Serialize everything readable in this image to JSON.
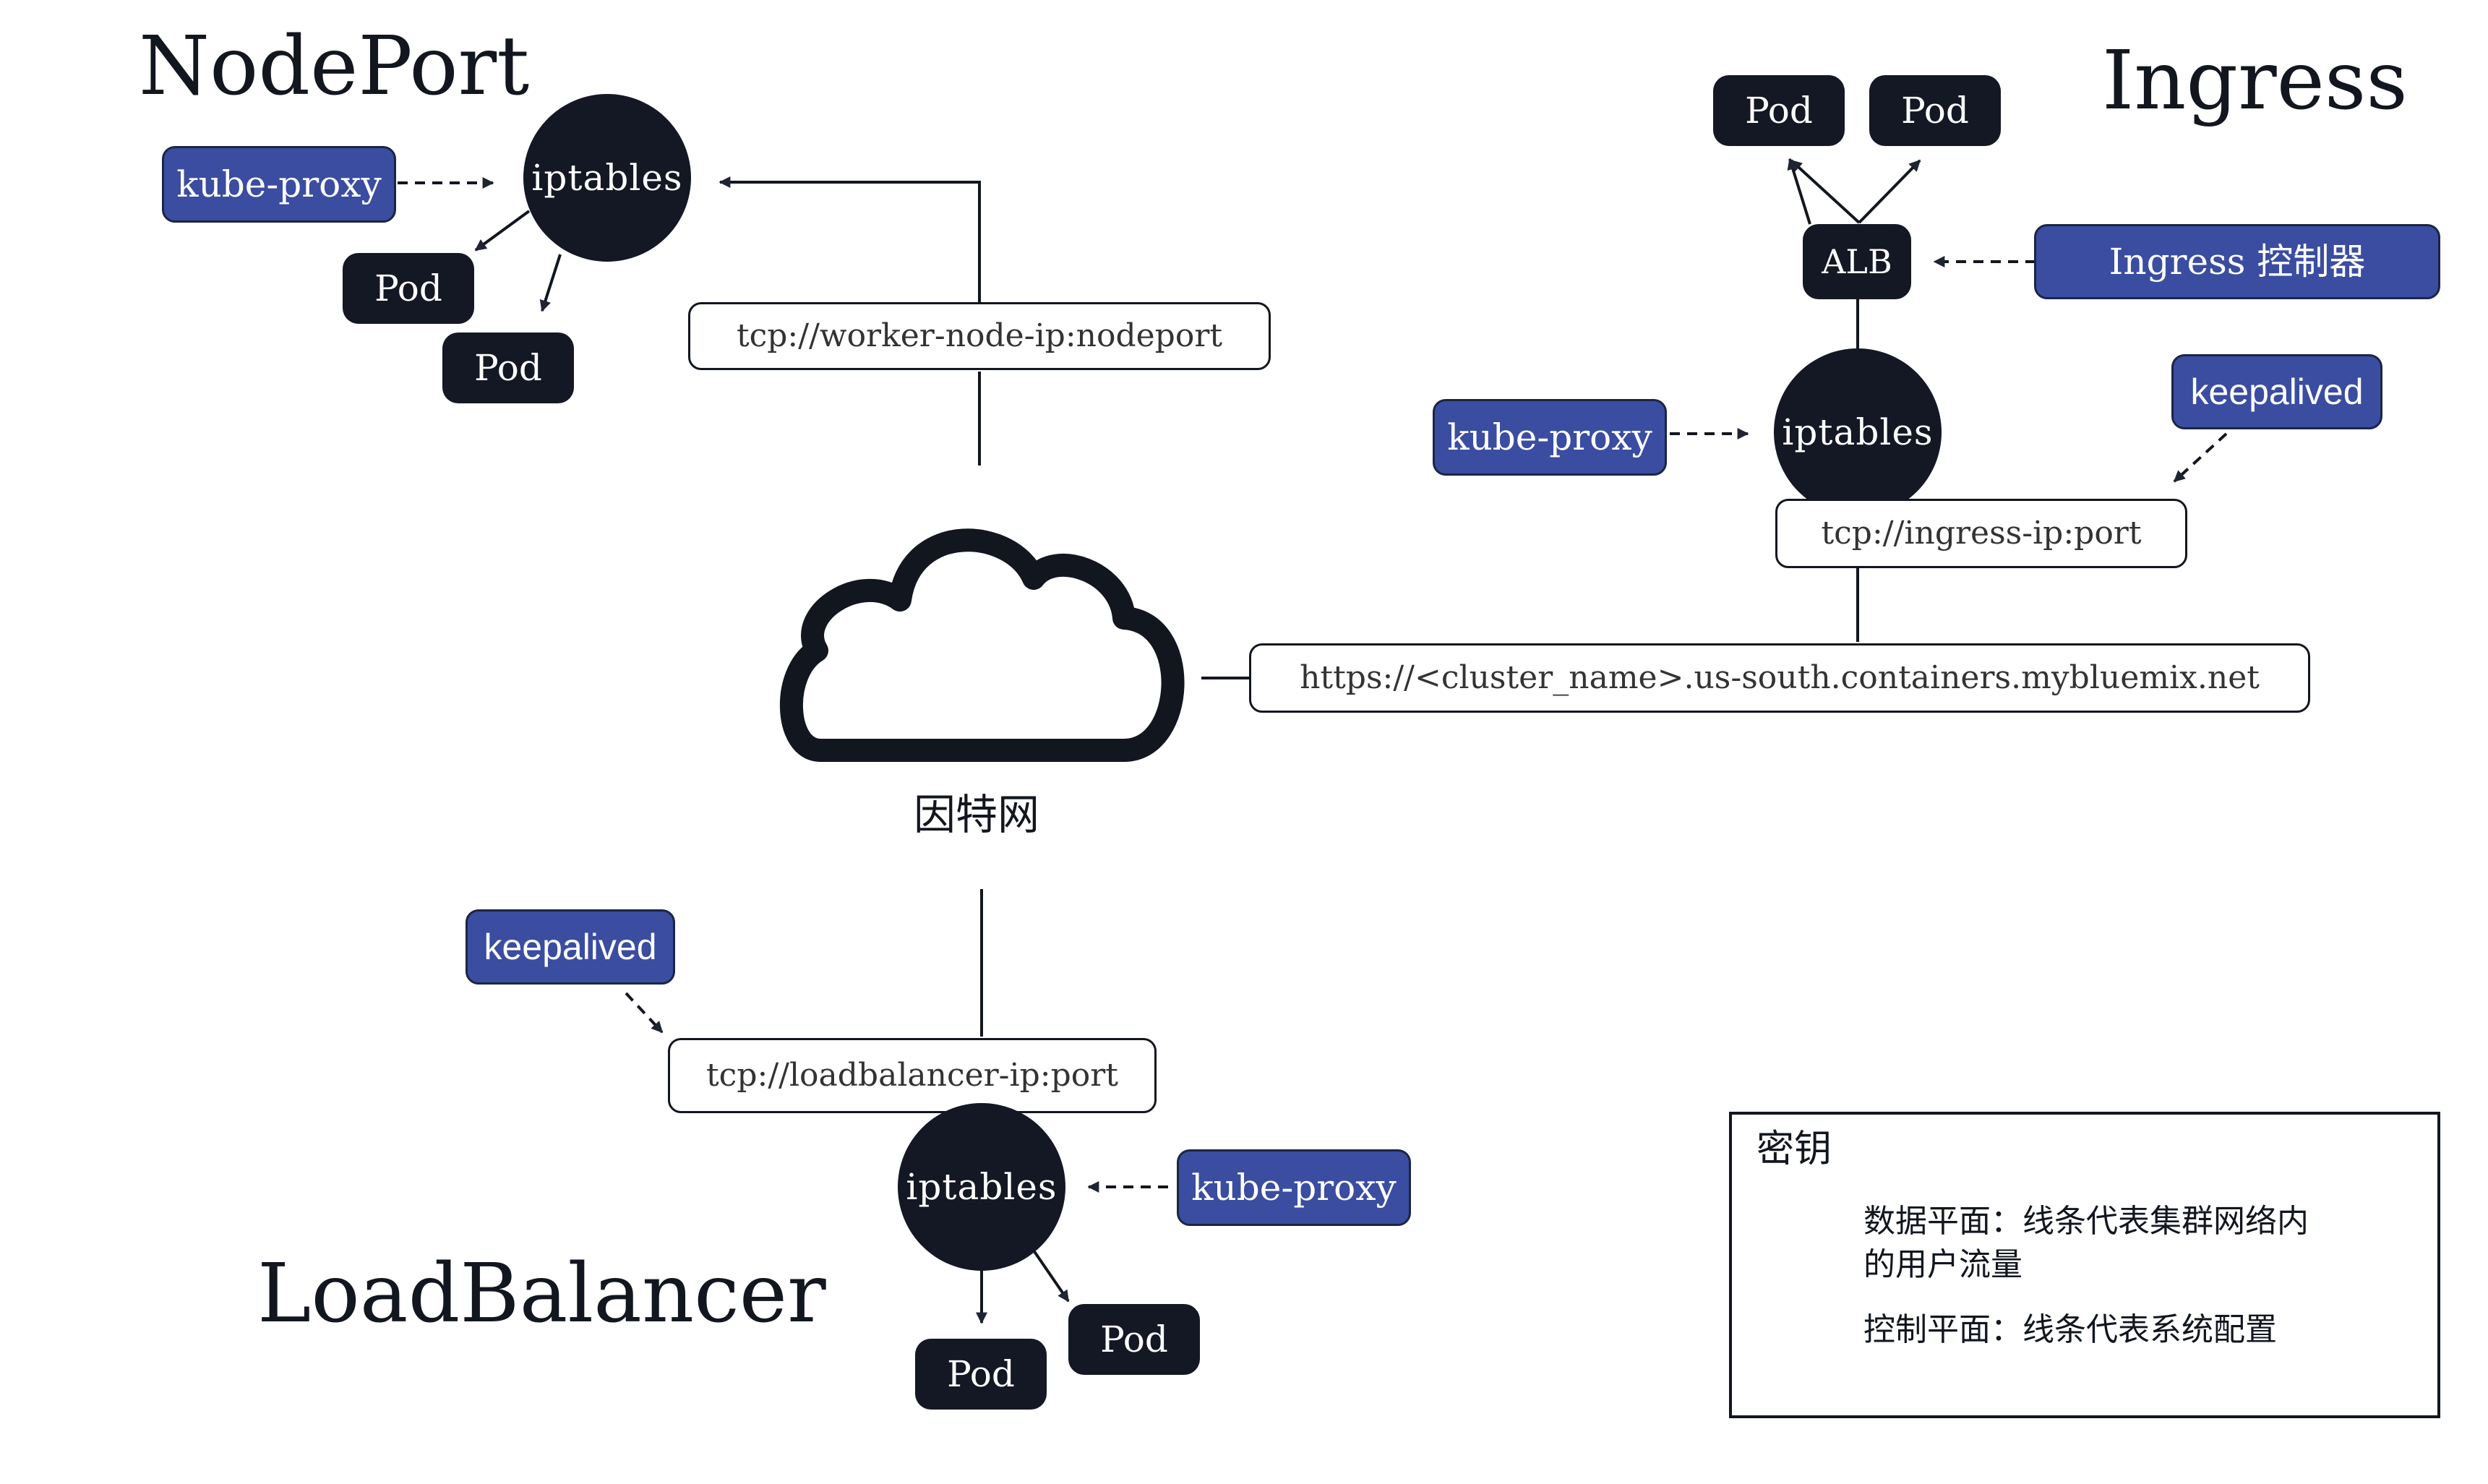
{
  "sections": {
    "nodeport": "NodePort",
    "ingress": "Ingress",
    "loadbalancer": "LoadBalancer"
  },
  "nodes": {
    "iptables": "iptables",
    "pod": "Pod",
    "kube_proxy": "kube-proxy",
    "keepalived": "keepalived",
    "alb": "ALB",
    "ingress_controller": "Ingress 控制器"
  },
  "urls": {
    "nodeport": "tcp://worker-node-ip:nodeport",
    "ingress": "tcp://ingress-ip:port",
    "loadbalancer": "tcp://loadbalancer-ip:port",
    "cluster": "https://<cluster_name>.us-south.containers.mybluemix.net"
  },
  "internet": "因特网",
  "legend": {
    "title": "密钥",
    "data_plane_line1": "数据平面：线条代表集群网络内",
    "data_plane_line2": "的用户流量",
    "control_plane": "控制平面：线条代表系统配置"
  },
  "colors": {
    "dark": "#141824",
    "blue": "#3b4da0",
    "line": "#12161f"
  }
}
